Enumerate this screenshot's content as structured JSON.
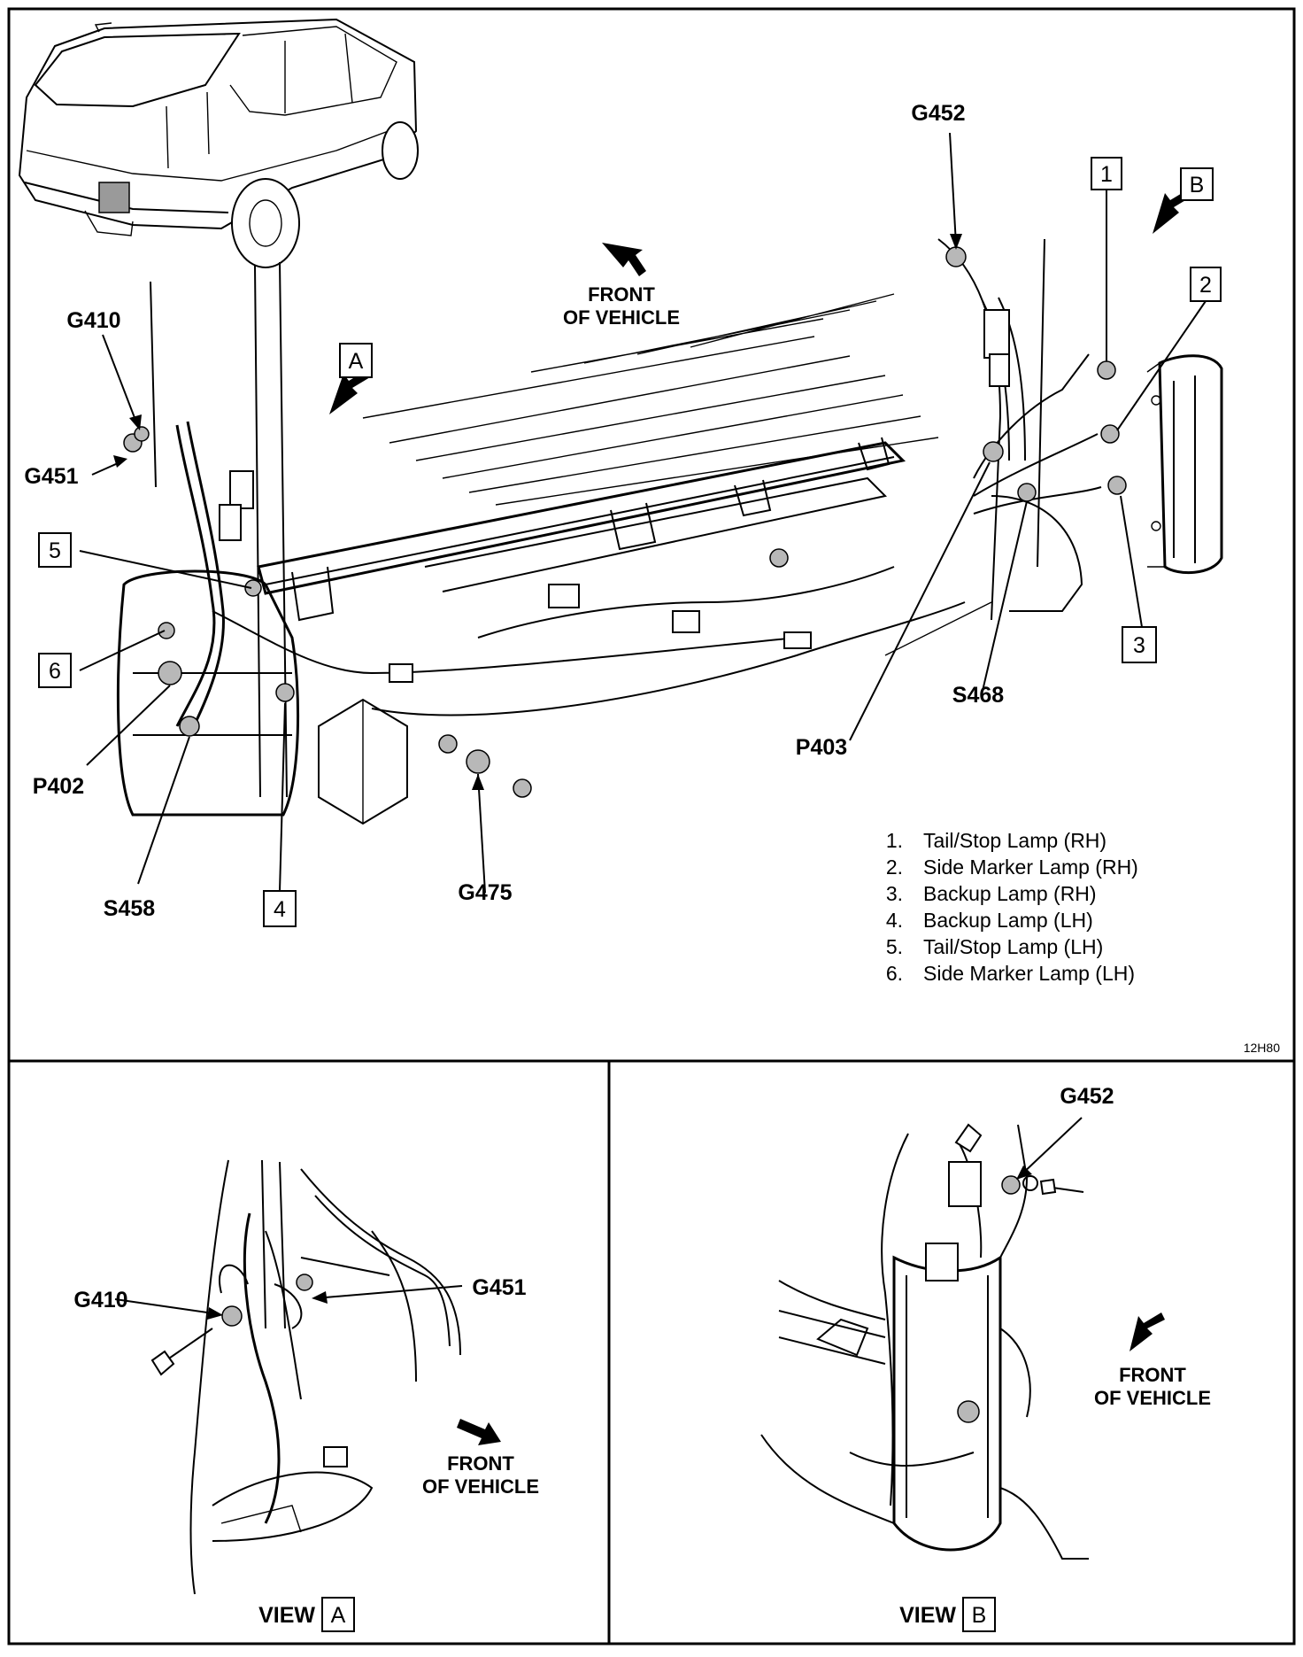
{
  "figure_code": "12H80",
  "main_view": {
    "ground_labels": [
      "G452",
      "G410",
      "G451",
      "G475"
    ],
    "splice_labels": [
      "S458",
      "S468"
    ],
    "connector_labels": [
      "P402",
      "P403"
    ],
    "callout_boxes": [
      "1",
      "2",
      "3",
      "4",
      "5",
      "6"
    ],
    "view_boxes": [
      "A",
      "B"
    ],
    "front_label_line1": "FRONT",
    "front_label_line2": "OF VEHICLE",
    "legend": [
      {
        "num": "1.",
        "text": "Tail/Stop Lamp (RH)"
      },
      {
        "num": "2.",
        "text": "Side Marker Lamp (RH)"
      },
      {
        "num": "3.",
        "text": "Backup Lamp (RH)"
      },
      {
        "num": "4.",
        "text": "Backup Lamp (LH)"
      },
      {
        "num": "5.",
        "text": "Tail/Stop Lamp (LH)"
      },
      {
        "num": "6.",
        "text": "Side Marker Lamp (LH)"
      }
    ]
  },
  "view_a": {
    "caption": "VIEW",
    "box": "A",
    "labels": [
      "G410",
      "G451"
    ],
    "front_label_line1": "FRONT",
    "front_label_line2": "OF VEHICLE"
  },
  "view_b": {
    "caption": "VIEW",
    "box": "B",
    "labels": [
      "G452"
    ],
    "front_label_line1": "FRONT",
    "front_label_line2": "OF VEHICLE"
  }
}
